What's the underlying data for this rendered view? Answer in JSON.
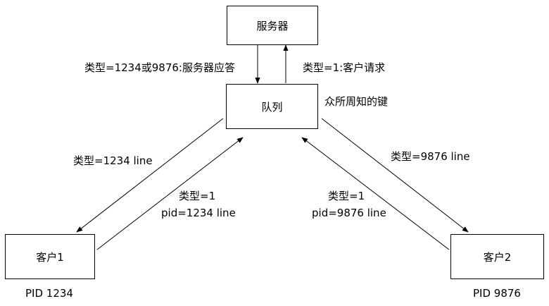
{
  "nodes": {
    "server": "服务器",
    "queue": "队列",
    "client1": "客户1",
    "client2": "客户2"
  },
  "edge_labels": {
    "queue_to_server": "类型=1:客户请求",
    "server_to_queue": "类型=1234或9876:服务器应答",
    "queue_note": "众所周知的键",
    "queue_to_client1": "类型=1234 line",
    "client1_to_queue_type": "类型=1",
    "client1_to_queue_pid": "pid=1234 line",
    "client2_to_queue_type": "类型=1",
    "client2_to_queue_pid": "pid=9876 line",
    "queue_to_client2": "类型=9876 line"
  },
  "captions": {
    "client1_pid": "PID 1234",
    "client2_pid": "PID 9876"
  }
}
